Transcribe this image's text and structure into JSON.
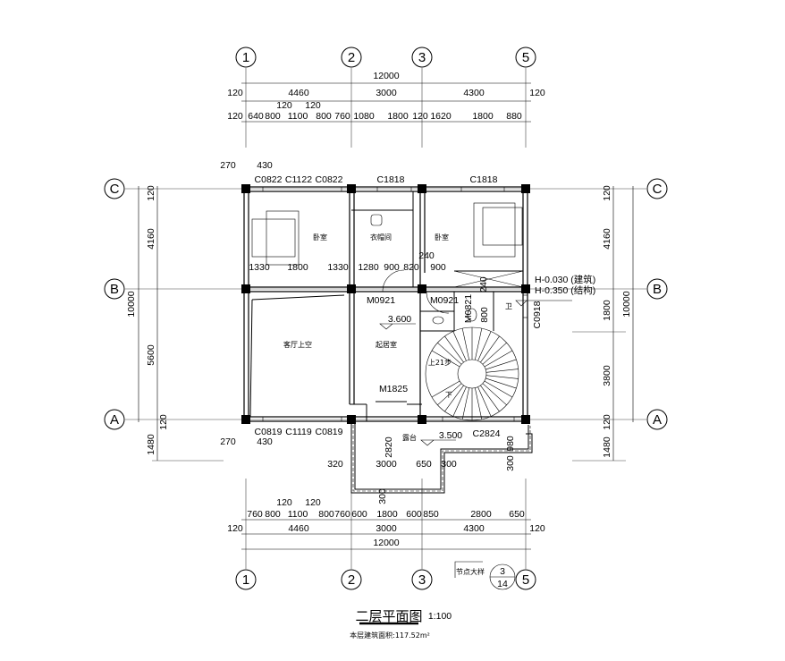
{
  "drawing": {
    "title": "二层平面图",
    "scale": "1:100",
    "area_note": "本层建筑面积:117.52m²",
    "detail_ref": {
      "label": "节点大样",
      "number": "3",
      "sheet": "14"
    }
  },
  "axes": {
    "columns": [
      "1",
      "2",
      "3",
      "5"
    ],
    "rows": [
      "C",
      "B",
      "A"
    ]
  },
  "top_dims": {
    "overall": "12000",
    "bays": [
      "120",
      "4460",
      "3000",
      "4300",
      "120"
    ],
    "detail": [
      "120",
      "640",
      "800",
      "120",
      "1100",
      "120",
      "800",
      "760",
      "1080",
      "1800",
      "120",
      "1620",
      "1800",
      "880"
    ]
  },
  "bottom_dims": {
    "overall": "12000",
    "bays": [
      "120",
      "4460",
      "3000",
      "4300",
      "120"
    ],
    "detail": [
      "760",
      "800",
      "120",
      "1100",
      "120",
      "800",
      "760",
      "600",
      "1800",
      "600",
      "850",
      "2800",
      "650"
    ]
  },
  "left_dims": {
    "overall": "10000",
    "chain": [
      "120",
      "4160",
      "5600",
      "120",
      "1480"
    ]
  },
  "right_dims": {
    "overall": "10000",
    "chain": [
      "120",
      "4160",
      "1800",
      "3800",
      "120",
      "1480"
    ]
  },
  "corner_dims": [
    "270",
    "430",
    "270",
    "430"
  ],
  "windows": [
    "C0822",
    "C1122",
    "C0822",
    "C1818",
    "C1818",
    "C0918",
    "C0819",
    "C1119",
    "C0819",
    "C2824"
  ],
  "doors": [
    "M0921",
    "M0921",
    "M0821",
    "M1825"
  ],
  "rooms": {
    "bedroom1": "卧室",
    "closet": "衣帽间",
    "bedroom2": "卧室",
    "living_void": "客厅上空",
    "family_room": "起居室",
    "bathroom": "卫",
    "terrace": "露台",
    "stair_up": "上21步",
    "stair_down": "下"
  },
  "inner_dims": [
    "1330",
    "1800",
    "1330",
    "1280",
    "900",
    "820",
    "240",
    "900",
    "240",
    "800",
    "2820",
    "3000",
    "320",
    "650",
    "300",
    "980",
    "300",
    "300"
  ],
  "levels": {
    "floor": "3.600",
    "terrace": "3.500",
    "arch": "H-0.030 (建筑)",
    "struct": "H-0.350 (结构)"
  }
}
